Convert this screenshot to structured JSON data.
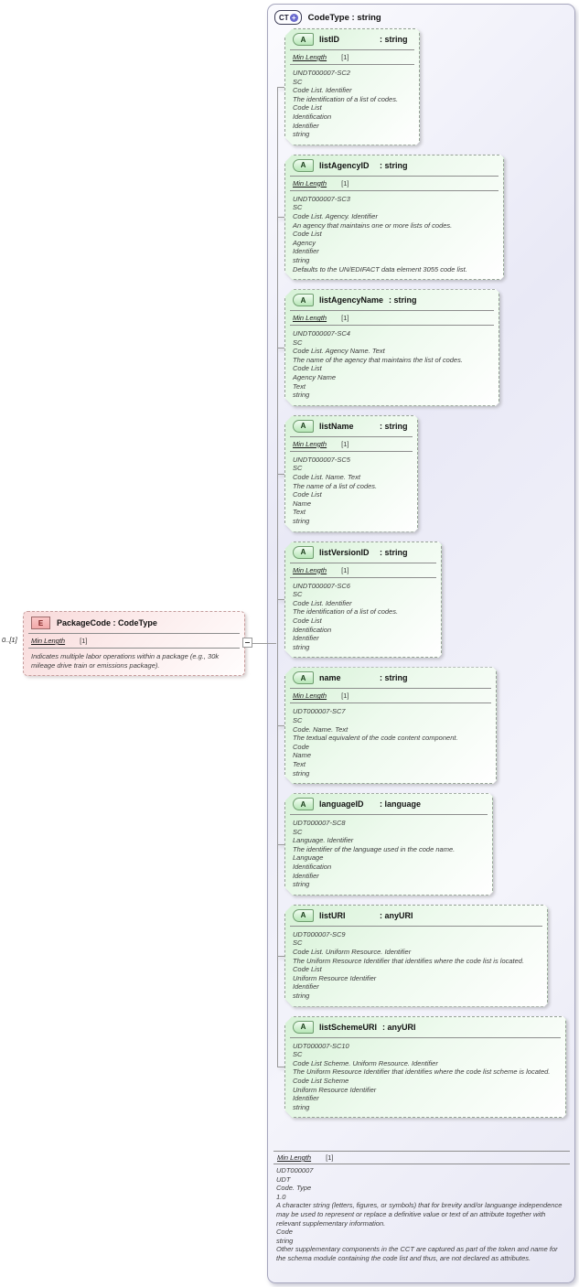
{
  "element": {
    "icon_label": "E",
    "title": "PackageCode : CodeType",
    "cardinality": "0..[1]",
    "facet": {
      "label": "Min Length",
      "value": "[1]"
    },
    "annotation": "Indicates multiple labor operations within a package (e.g., 30k mileage drive train or emissions package)."
  },
  "complex_type": {
    "icon_label": "CT",
    "icon_plus": "+",
    "title": "CodeType : string",
    "attributes": [
      {
        "icon_label": "A",
        "name": "listID",
        "type_label": ": string",
        "facet": {
          "label": "Min Length",
          "value": "[1]"
        },
        "annotation": "UNDT000007-SC2\nSC\nCode List. Identifier\nThe identification of a list of codes.\nCode List\nIdentification\nIdentifier\nstring"
      },
      {
        "icon_label": "A",
        "name": "listAgencyID",
        "type_label": ": string",
        "facet": {
          "label": "Min Length",
          "value": "[1]"
        },
        "annotation": "UNDT000007-SC3\nSC\nCode List. Agency. Identifier\nAn agency that maintains one or more lists of codes.\nCode List\nAgency\nIdentifier\nstring\nDefaults to the UN/EDIFACT data element 3055 code list."
      },
      {
        "icon_label": "A",
        "name": "listAgencyName",
        "type_label": ": string",
        "facet": {
          "label": "Min Length",
          "value": "[1]"
        },
        "annotation": "UNDT000007-SC4\nSC\nCode List. Agency Name. Text\nThe name of the agency that maintains the list of codes.\nCode List\nAgency Name\nText\nstring"
      },
      {
        "icon_label": "A",
        "name": "listName",
        "type_label": ": string",
        "facet": {
          "label": "Min Length",
          "value": "[1]"
        },
        "annotation": "UNDT000007-SC5\nSC\nCode List. Name. Text\nThe name of a list of codes.\nCode List\nName\nText\nstring"
      },
      {
        "icon_label": "A",
        "name": "listVersionID",
        "type_label": ": string",
        "facet": {
          "label": "Min Length",
          "value": "[1]"
        },
        "annotation": "UNDT000007-SC6\nSC\nCode List. Identifier\nThe identification of a list of codes.\nCode List\nIdentification\nIdentifier\nstring"
      },
      {
        "icon_label": "A",
        "name": "name",
        "type_label": ": string",
        "facet": {
          "label": "Min Length",
          "value": "[1]"
        },
        "annotation": "UDT000007-SC7\nSC\nCode. Name. Text\nThe textual equivalent of the code content component.\nCode\nName\nText\nstring"
      },
      {
        "icon_label": "A",
        "name": "languageID",
        "type_label": ": language",
        "annotation": "UDT000007-SC8\nSC\nLanguage. Identifier\nThe identifier of the language used in the code name.\nLanguage\nIdentification\nIdentifier\nstring"
      },
      {
        "icon_label": "A",
        "name": "listURI",
        "type_label": ": anyURI",
        "annotation": "UDT000007-SC9\nSC\nCode List. Uniform Resource. Identifier\nThe Uniform Resource Identifier that identifies where the code list is located.\nCode List\nUniform Resource Identifier\nIdentifier\nstring"
      },
      {
        "icon_label": "A",
        "name": "listSchemeURI",
        "type_label": ": anyURI",
        "annotation": "UDT000007-SC10\nSC\nCode List Scheme. Uniform Resource. Identifier\nThe Uniform Resource Identifier that identifies where the code list scheme is located.\nCode List Scheme\nUniform Resource Identifier\nIdentifier\nstring"
      }
    ],
    "type_facet": {
      "label": "Min Length",
      "value": "[1]"
    },
    "type_annotation": "UDT000007\nUDT\nCode. Type\n1.0\nA character string (letters, figures, or symbols) that for brevity and/or languange independence may be used to represent or replace a definitive value or text of an attribute together with relevant supplementary information.\nCode\nstring\nOther supplementary components in the CCT are captured as part of the token and name for the schema module containing the code list and thus, are not declared as attributes."
  },
  "colors": {
    "attribute_green": "#d7f2d7",
    "container_lavender": "#e9e9f6",
    "element_pink": "#f8d9d9",
    "connector_gray": "#999999"
  }
}
